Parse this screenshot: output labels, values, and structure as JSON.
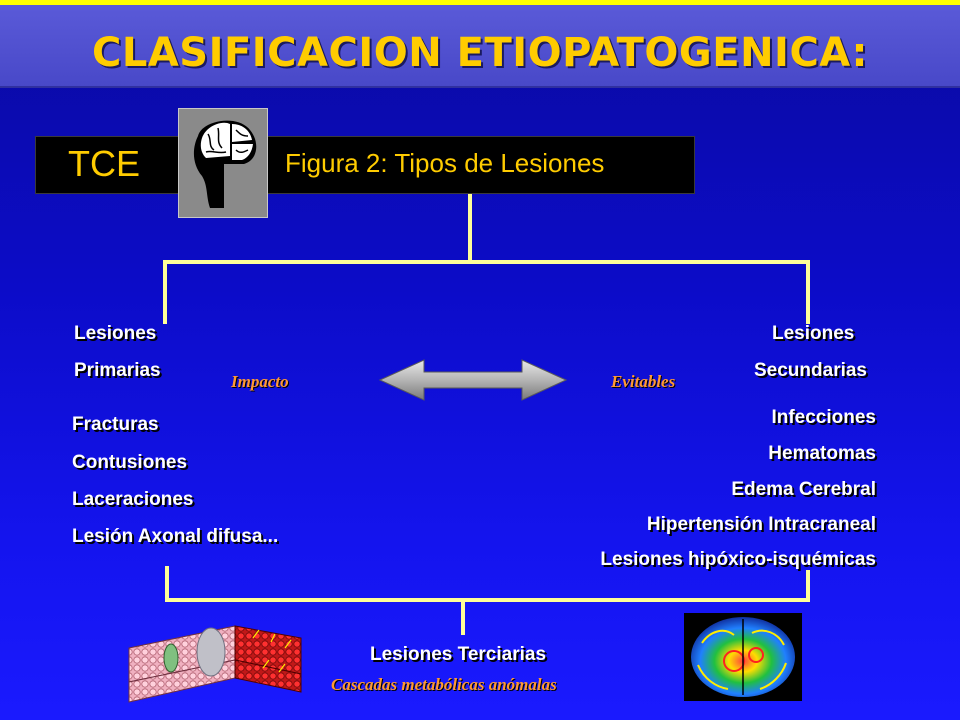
{
  "title": "CLASIFICACION ETIOPATOGENICA:",
  "header": {
    "tce_label": "TCE",
    "figure_label": "Figura 2: Tipos de Lesiones"
  },
  "primary": {
    "title_line1": "Lesiones",
    "title_line2": "Primarias",
    "qualifier": "Impacto",
    "items": [
      "Fracturas",
      "Contusiones",
      "Laceraciones",
      "Lesión Axonal difusa..."
    ]
  },
  "secondary": {
    "title_line1": "Lesiones",
    "title_line2": "Secundarias",
    "qualifier": "Evitables",
    "items": [
      "Infecciones",
      "Hematomas",
      "Edema Cerebral",
      "Hipertensión Intracraneal",
      "Lesiones hipóxico-isquémicas"
    ]
  },
  "tertiary": {
    "title": "Lesiones Terciarias",
    "subtitle": "Cascadas metabólicas anómalas"
  },
  "icons": {
    "head": "head-brain-icon",
    "arrow": "double-arrow-icon",
    "membrane": "cell-membrane-image",
    "scan": "brain-scan-image"
  },
  "colors": {
    "title": "#ffcc00",
    "connector": "#ffff99",
    "qualifier": "#ff9933",
    "background": "#1010d0"
  }
}
